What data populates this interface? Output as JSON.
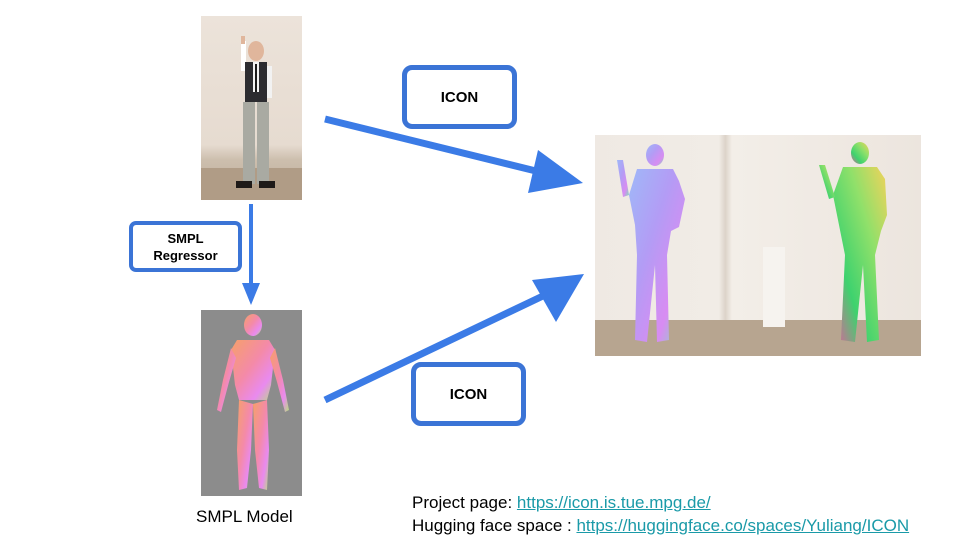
{
  "boxes": {
    "icon_top": "ICON",
    "icon_bottom": "ICON",
    "smpl_regressor_line1": "SMPL",
    "smpl_regressor_line2": "Regressor"
  },
  "captions": {
    "smpl_model": "SMPL Model"
  },
  "links": {
    "project_label": "Project page:",
    "project_url": "https://icon.is.tue.mpg.de/",
    "hf_label": "Hugging face space :",
    "hf_url": "https://huggingface.co/spaces/Yuliang/ICON"
  },
  "colors": {
    "arrow": "#3b7be6",
    "box_border": "#3b74d6",
    "link": "#1a9aa8"
  }
}
